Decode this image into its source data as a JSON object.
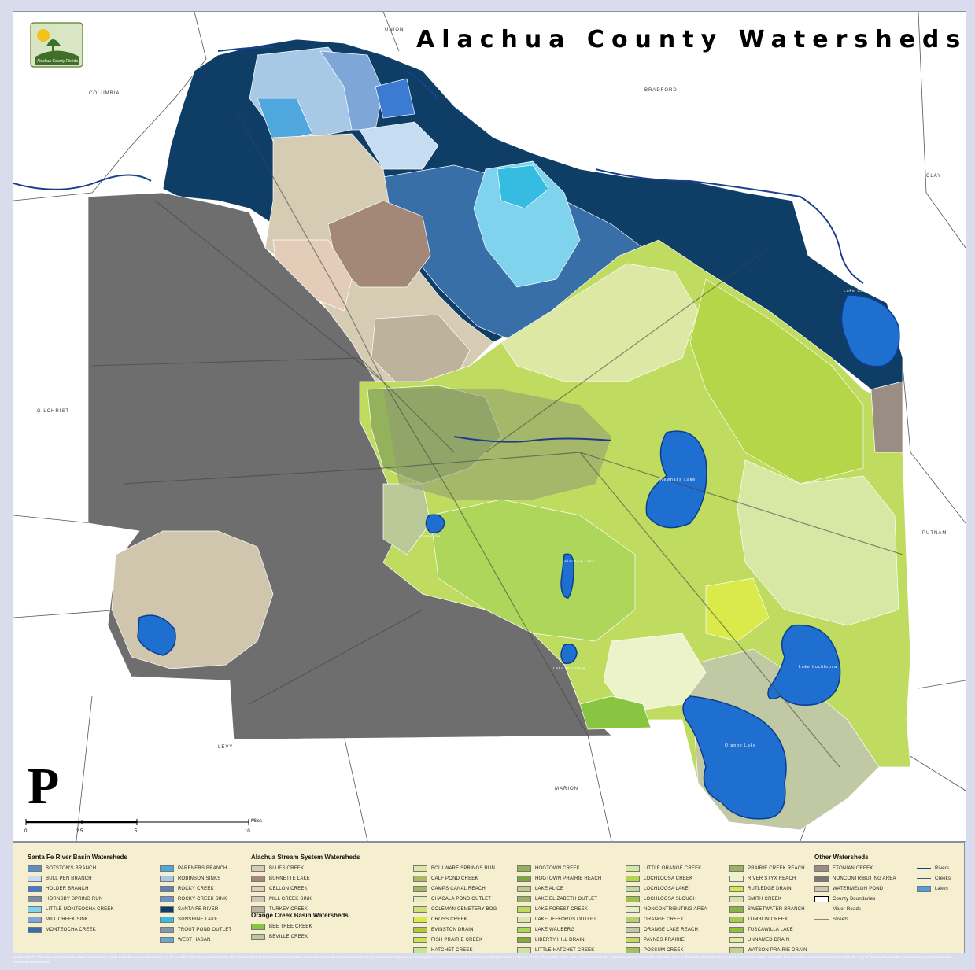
{
  "map": {
    "title": "Alachua County Watersheds",
    "counties": [
      "UNION",
      "COLUMBIA",
      "BRADFORD",
      "CLAY",
      "GILCHRIST",
      "PUTNAM",
      "LEVY",
      "MARION"
    ],
    "lakes": [
      "Lake Santa Fe",
      "Newnans Lake",
      "Alachua Lake",
      "Lake Lochloosa",
      "Orange Lake",
      "Kanapaha",
      "Lake Wauberg"
    ],
    "scale": {
      "ticks": [
        "0",
        "2.5",
        "5",
        "10"
      ],
      "unit": "Miles"
    },
    "north_arrow": "P",
    "logo_text": "Alachua County Florida"
  },
  "legend": {
    "groups": [
      {
        "title": "Santa Fe River Basin Watersheds",
        "items": [
          {
            "label": "BOTSTON'S BRANCH",
            "color": "#5a8fc4"
          },
          {
            "label": "BULL PEN BRANCH",
            "color": "#c6dcf0"
          },
          {
            "label": "HOLDER BRANCH",
            "color": "#3b7bd1"
          },
          {
            "label": "HORNSBY SPRING RUN",
            "color": "#7d8c9f"
          },
          {
            "label": "LITTLE MONTEOCHA CREEK",
            "color": "#7fd3ec"
          },
          {
            "label": "MILL CREEK SINK",
            "color": "#7ea7d8"
          },
          {
            "label": "MONTEOCHA CREEK",
            "color": "#386fa8"
          }
        ]
      },
      {
        "title": "",
        "items": [
          {
            "label": "PARENERS BRANCH",
            "color": "#4fa7de"
          },
          {
            "label": "ROBINSON SINKS",
            "color": "#a8c9e6"
          },
          {
            "label": "ROCKY CREEK",
            "color": "#5b86b4"
          },
          {
            "label": "ROCKY CREEK SINK",
            "color": "#6a95c5"
          },
          {
            "label": "SANTA FE RIVER",
            "color": "#0e3d66"
          },
          {
            "label": "SUNSHINE LAKE",
            "color": "#35bce0"
          },
          {
            "label": "TROUT POND OUTLET",
            "color": "#8296b0"
          },
          {
            "label": "WEST HASAN",
            "color": "#6aa6d2"
          }
        ]
      },
      {
        "title": "Alachua Stream System Watersheds",
        "items": [
          {
            "label": "BLUES CREEK",
            "color": "#d6ccb4"
          },
          {
            "label": "BURNETTE LAKE",
            "color": "#a38877"
          },
          {
            "label": "CELLON CREEK",
            "color": "#e4cdb8"
          },
          {
            "label": "MILL CREEK SINK",
            "color": "#cfc5b0"
          },
          {
            "label": "TURKEY CREEK",
            "color": "#bdb39c"
          }
        ]
      },
      {
        "title": "Orange Creek Basin Watersheds",
        "items": [
          {
            "label": "BEE TREE CREEK",
            "color": "#88c540"
          },
          {
            "label": "BEVILLE CREEK",
            "color": "#b9c998"
          }
        ]
      },
      {
        "title": "",
        "items": [
          {
            "label": "BOULWARE SPRINGS RUN",
            "color": "#dce8a4"
          },
          {
            "label": "CALF POND CREEK",
            "color": "#a7bc62"
          },
          {
            "label": "CAMPS CANAL REACH",
            "color": "#9fb85c"
          },
          {
            "label": "CHACALA POND OUTLET",
            "color": "#e5eebb"
          },
          {
            "label": "COLEMAN CEMETERY BOG",
            "color": "#cfe078"
          },
          {
            "label": "CROSS CREEK",
            "color": "#d9ea4a"
          },
          {
            "label": "EVINSTON DRAIN",
            "color": "#b2ca3a"
          },
          {
            "label": "FISH PRAIRIE CREEK",
            "color": "#c6e54e"
          },
          {
            "label": "HATCHET CREEK",
            "color": "#c8e690"
          }
        ]
      },
      {
        "title": "",
        "items": [
          {
            "label": "HOGTOWN CREEK",
            "color": "#94b15c"
          },
          {
            "label": "HOGTOWN PRAIRIE REACH",
            "color": "#7ea646"
          },
          {
            "label": "LAKE ALICE",
            "color": "#b8cc86"
          },
          {
            "label": "LAKE ELIZABETH OUTLET",
            "color": "#9aae6a"
          },
          {
            "label": "LAKE FOREST CREEK",
            "color": "#bfda58"
          },
          {
            "label": "LAKE JEFFORDS OUTLET",
            "color": "#dde6b0"
          },
          {
            "label": "LAKE WAUBERG",
            "color": "#aed65a"
          },
          {
            "label": "LIBERTY HILL DRAIN",
            "color": "#88a83c"
          },
          {
            "label": "LITTLE HATCHET CREEK",
            "color": "#cfe39a"
          }
        ]
      },
      {
        "title": "",
        "items": [
          {
            "label": "LITTLE ORANGE CREEK",
            "color": "#d7e7a4"
          },
          {
            "label": "LOCHLOOSA CREEK",
            "color": "#b4d648"
          },
          {
            "label": "LOCHLOOSA LAKE",
            "color": "#c3d89a"
          },
          {
            "label": "LOCHLOOSA SLOUGH",
            "color": "#9fc24a"
          },
          {
            "label": "NONCONTRIBUTING AREA",
            "color": "#e6edc4"
          },
          {
            "label": "ORANGE CREEK",
            "color": "#b6cf72"
          },
          {
            "label": "ORANGE LAKE REACH",
            "color": "#c0c9a4"
          },
          {
            "label": "PAYNES PRAIRIE",
            "color": "#bfdc60"
          },
          {
            "label": "POSSUM CREEK",
            "color": "#a6c060"
          }
        ]
      },
      {
        "title": "",
        "items": [
          {
            "label": "PRAIRIE CREEK REACH",
            "color": "#98b360"
          },
          {
            "label": "RIVER STYX REACH",
            "color": "#edf3c8"
          },
          {
            "label": "RUTLEDGE DRAIN",
            "color": "#d3e64a"
          },
          {
            "label": "SMITH CREEK",
            "color": "#d6e3a6"
          },
          {
            "label": "SWEETWATER BRANCH",
            "color": "#8eb04a"
          },
          {
            "label": "TUMBLIN CREEK",
            "color": "#a8c84e"
          },
          {
            "label": "TUSCAWILLA LAKE",
            "color": "#8fc23c"
          },
          {
            "label": "UNNAMED DRAIN",
            "color": "#dcee9a"
          },
          {
            "label": "WATSON PRAIRIE DRAIN",
            "color": "#c2d48c"
          }
        ]
      },
      {
        "title": "Other Watersheds",
        "items": [
          {
            "label": "ETONIAN CREEK",
            "color": "#9a8e84"
          },
          {
            "label": "NONCONTRIBUTING AREA",
            "color": "#777777"
          },
          {
            "label": "WATERMELON POND",
            "color": "#cfc6ad"
          },
          {
            "label": "County Boundaries",
            "color": "#ffffff"
          },
          {
            "label": "Major Roads",
            "color": "line"
          },
          {
            "label": "Streets",
            "color": "line"
          }
        ]
      },
      {
        "title": "",
        "items": [
          {
            "label": "Rivers",
            "color": "#1b3f8a"
          },
          {
            "label": "Creeks",
            "color": "#3a5a8a"
          },
          {
            "label": "Lakes",
            "color": "#4aa3df"
          }
        ]
      }
    ]
  },
  "disclaimer": "DISCLAIMER: This map and the spatial data it contains are made available as a public service, to be used for reference purposes only. The Alachua County Environmental Protection Department provides this information AS IS without warranty of any kind, implied or expressed, regarding accuracy, completeness, or fitness of use. The quality of the data is dependent on the various sources from which each data layer is obtained. This map was created in September 2007 using the best available watershed data from FDEP, the City of Gainesville, and the Alachua County Environmental Protection Department."
}
